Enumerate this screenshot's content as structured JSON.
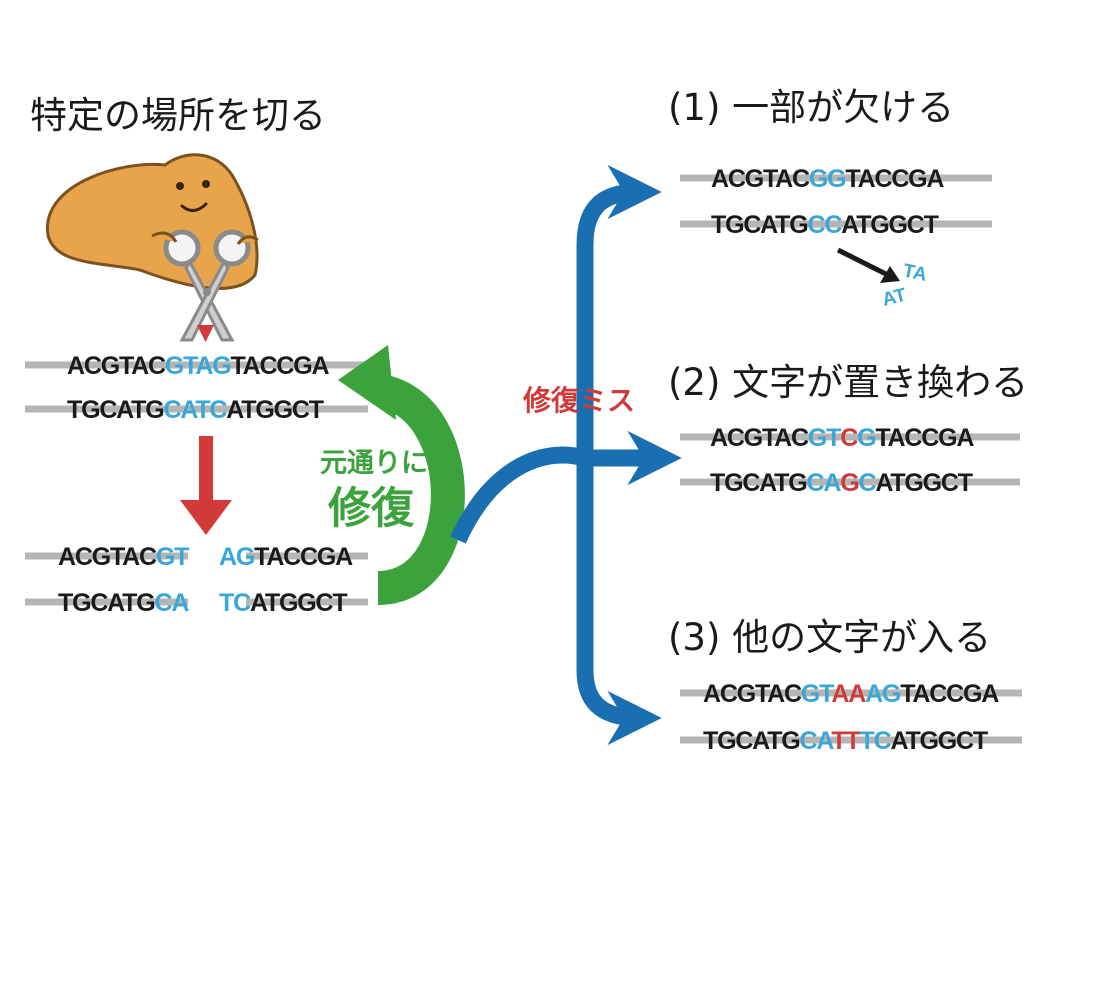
{
  "title": "特定の場所を切る",
  "outcomes": [
    {
      "label": "(1) 一部が欠ける"
    },
    {
      "label": "(2) 文字が置き換わる"
    },
    {
      "label": "(3) 他の文字が入る"
    }
  ],
  "labels": {
    "restore_line1": "元通りに",
    "restore_line2": "修復",
    "repair_error": "修復ミス",
    "fragment_top": "TA",
    "fragment_bottom": "AT"
  },
  "colors": {
    "black": "#1a1a1a",
    "blue": "#3aa7d8",
    "red": "#d23a3a",
    "green": "#3ca23c",
    "arrow_blue": "#1a6fb0",
    "strand_gray": "#b5b5b5",
    "character": "#e8a44b"
  },
  "sequences": {
    "original": {
      "top": [
        {
          "t": "ACGTAC",
          "c": "k"
        },
        {
          "t": "GTAG",
          "c": "b"
        },
        {
          "t": "TACCGA",
          "c": "k"
        }
      ],
      "bottom": [
        {
          "t": "TGCATG",
          "c": "k"
        },
        {
          "t": "CATC",
          "c": "b"
        },
        {
          "t": "ATGGCT",
          "c": "k"
        }
      ]
    },
    "cut": {
      "top_left": [
        {
          "t": "ACGTAC",
          "c": "k"
        },
        {
          "t": "GT",
          "c": "b"
        }
      ],
      "top_right": [
        {
          "t": "AG",
          "c": "b"
        },
        {
          "t": "TACCGA",
          "c": "k"
        }
      ],
      "bottom_left": [
        {
          "t": "TGCATG",
          "c": "k"
        },
        {
          "t": "CA",
          "c": "b"
        }
      ],
      "bottom_right": [
        {
          "t": "TC",
          "c": "b"
        },
        {
          "t": "ATGGCT",
          "c": "k"
        }
      ]
    },
    "deletion": {
      "top": [
        {
          "t": "ACGTAC",
          "c": "k"
        },
        {
          "t": "GG",
          "c": "b"
        },
        {
          "t": "TACCGA",
          "c": "k"
        }
      ],
      "bottom": [
        {
          "t": "TGCATG",
          "c": "k"
        },
        {
          "t": "CC",
          "c": "b"
        },
        {
          "t": "ATGGCT",
          "c": "k"
        }
      ]
    },
    "substitution": {
      "top": [
        {
          "t": "ACGTAC",
          "c": "k"
        },
        {
          "t": "GT",
          "c": "b"
        },
        {
          "t": "C",
          "c": "r"
        },
        {
          "t": "G",
          "c": "b"
        },
        {
          "t": "TACCGA",
          "c": "k"
        }
      ],
      "bottom": [
        {
          "t": "TGCATG",
          "c": "k"
        },
        {
          "t": "CA",
          "c": "b"
        },
        {
          "t": "G",
          "c": "r"
        },
        {
          "t": "C",
          "c": "b"
        },
        {
          "t": "ATGGCT",
          "c": "k"
        }
      ]
    },
    "insertion": {
      "top": [
        {
          "t": "ACGTAC",
          "c": "k"
        },
        {
          "t": "GT",
          "c": "b"
        },
        {
          "t": "AA",
          "c": "r"
        },
        {
          "t": "AG",
          "c": "b"
        },
        {
          "t": "TACCGA",
          "c": "k"
        }
      ],
      "bottom": [
        {
          "t": "TGCATG",
          "c": "k"
        },
        {
          "t": "CA",
          "c": "b"
        },
        {
          "t": "TT",
          "c": "r"
        },
        {
          "t": "TC",
          "c": "b"
        },
        {
          "t": "ATGGCT",
          "c": "k"
        }
      ]
    }
  }
}
